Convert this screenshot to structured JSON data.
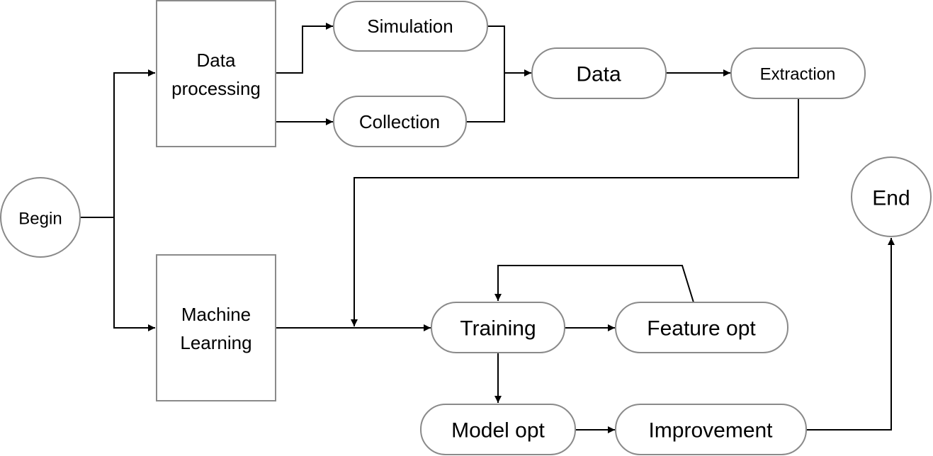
{
  "nodes": {
    "begin": "Begin",
    "data_processing_line1": "Data",
    "data_processing_line2": "processing",
    "machine_learning_line1": "Machine",
    "machine_learning_line2": "Learning",
    "simulation": "Simulation",
    "collection": "Collection",
    "data": "Data",
    "extraction": "Extraction",
    "training": "Training",
    "feature_opt": "Feature opt",
    "model_opt": "Model opt",
    "improvement": "Improvement",
    "end": "End"
  }
}
